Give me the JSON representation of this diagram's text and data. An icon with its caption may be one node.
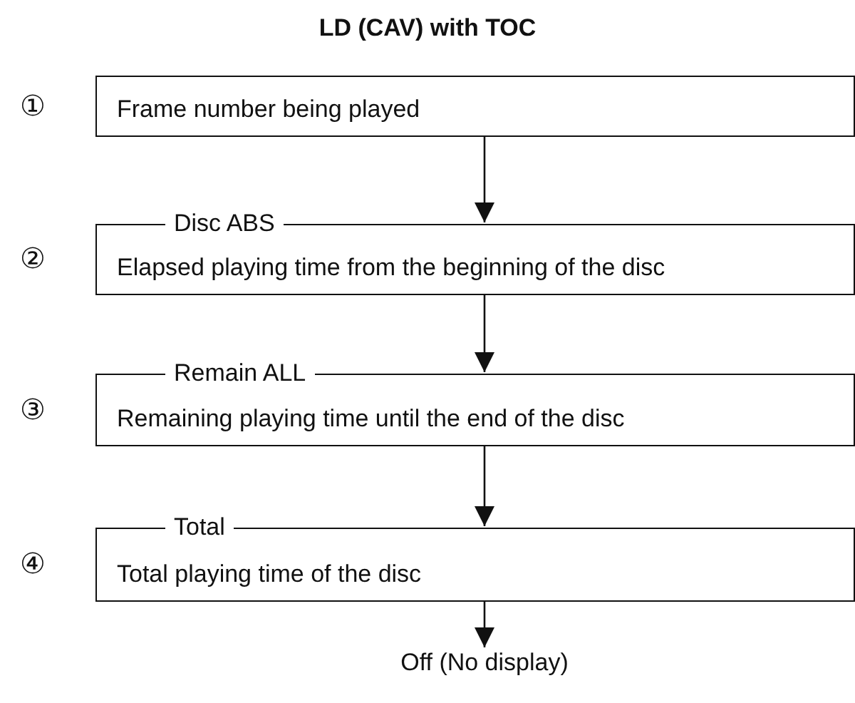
{
  "diagram": {
    "title": "LD (CAV) with TOC",
    "nodes": [
      {
        "text": [
          "Frame number being played"
        ],
        "beside": [
          "①"
        ]
      },
      {
        "text": [
          "Disc ABS",
          "Elapsed playing time from the beginning of the disc"
        ],
        "beside": [
          "②"
        ]
      },
      {
        "text": [
          "Remain ALL",
          "Remaining playing time until the end of the disc"
        ],
        "beside": [
          "③"
        ]
      },
      {
        "text": [
          "Total",
          "Total playing time of the disc"
        ],
        "beside": [
          "④"
        ]
      },
      {
        "text": [
          "Off (No display)"
        ]
      }
    ],
    "edges": [
      {
        "from": 0,
        "to": 1,
        "arrow": "to"
      },
      {
        "from": 1,
        "to": 2,
        "arrow": "to"
      },
      {
        "from": 2,
        "to": 3,
        "arrow": "to"
      },
      {
        "from": 3,
        "to": 4,
        "arrow": "to"
      }
    ]
  }
}
